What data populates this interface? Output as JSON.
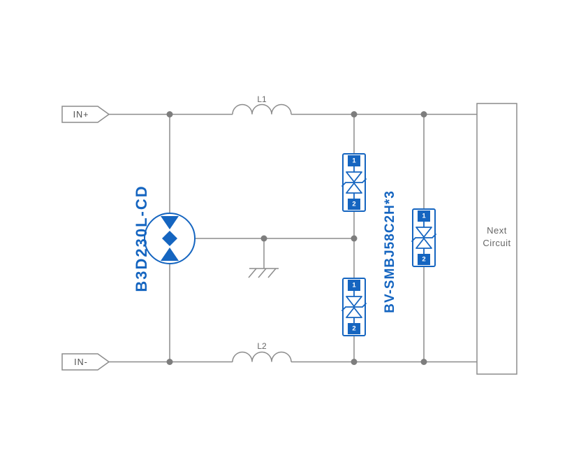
{
  "colors": {
    "wire": "#8c8c8c",
    "junction_dot": "#7d7d7d",
    "component_blue": "#1565c0",
    "label_gray": "#666666",
    "terminal_text": "#4f4f4f",
    "background": "#ffffff"
  },
  "terminals": {
    "in_plus": "IN+",
    "in_minus": "IN-"
  },
  "inductors": {
    "l1": "L1",
    "l2": "L2"
  },
  "gas_discharge_tube": {
    "label": "B3D230L-CD"
  },
  "tvs_diodes": {
    "label": "BV-SMBJ58C2H*3",
    "pin_top": "1",
    "pin_bottom": "2"
  },
  "next_circuit": {
    "line1": "Next",
    "line2": "Circuit"
  }
}
